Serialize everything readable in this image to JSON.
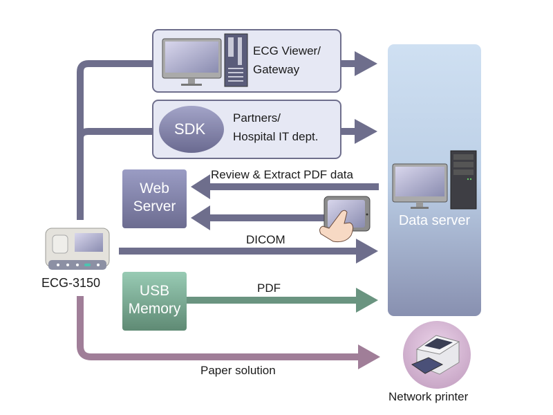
{
  "title": "ECG-3150 connectivity diagram",
  "colors": {
    "flow": "#6e6e8c",
    "usb": "#6a9480",
    "paper": "#a07e98",
    "box_bg": "#e6e8f4",
    "box_border": "#6e6e8c",
    "server_top": "#cfe0f2",
    "server_bottom": "#8890b0"
  },
  "nodes": {
    "device": {
      "label": "ECG-3150"
    },
    "ecg_viewer": {
      "line1": "ECG Viewer/",
      "line2": "Gateway"
    },
    "sdk": {
      "badge": "SDK",
      "line1": "Partners/",
      "line2": "Hospital IT dept."
    },
    "web_server": {
      "line1": "Web",
      "line2": "Server"
    },
    "usb_memory": {
      "line1": "USB",
      "line2": "Memory"
    },
    "data_server": {
      "label": "Data server"
    },
    "network_printer": {
      "label": "Network printer"
    }
  },
  "flows": {
    "review": "Review & Extract PDF data",
    "dicom": "DICOM",
    "pdf": "PDF",
    "paper": "Paper solution"
  }
}
